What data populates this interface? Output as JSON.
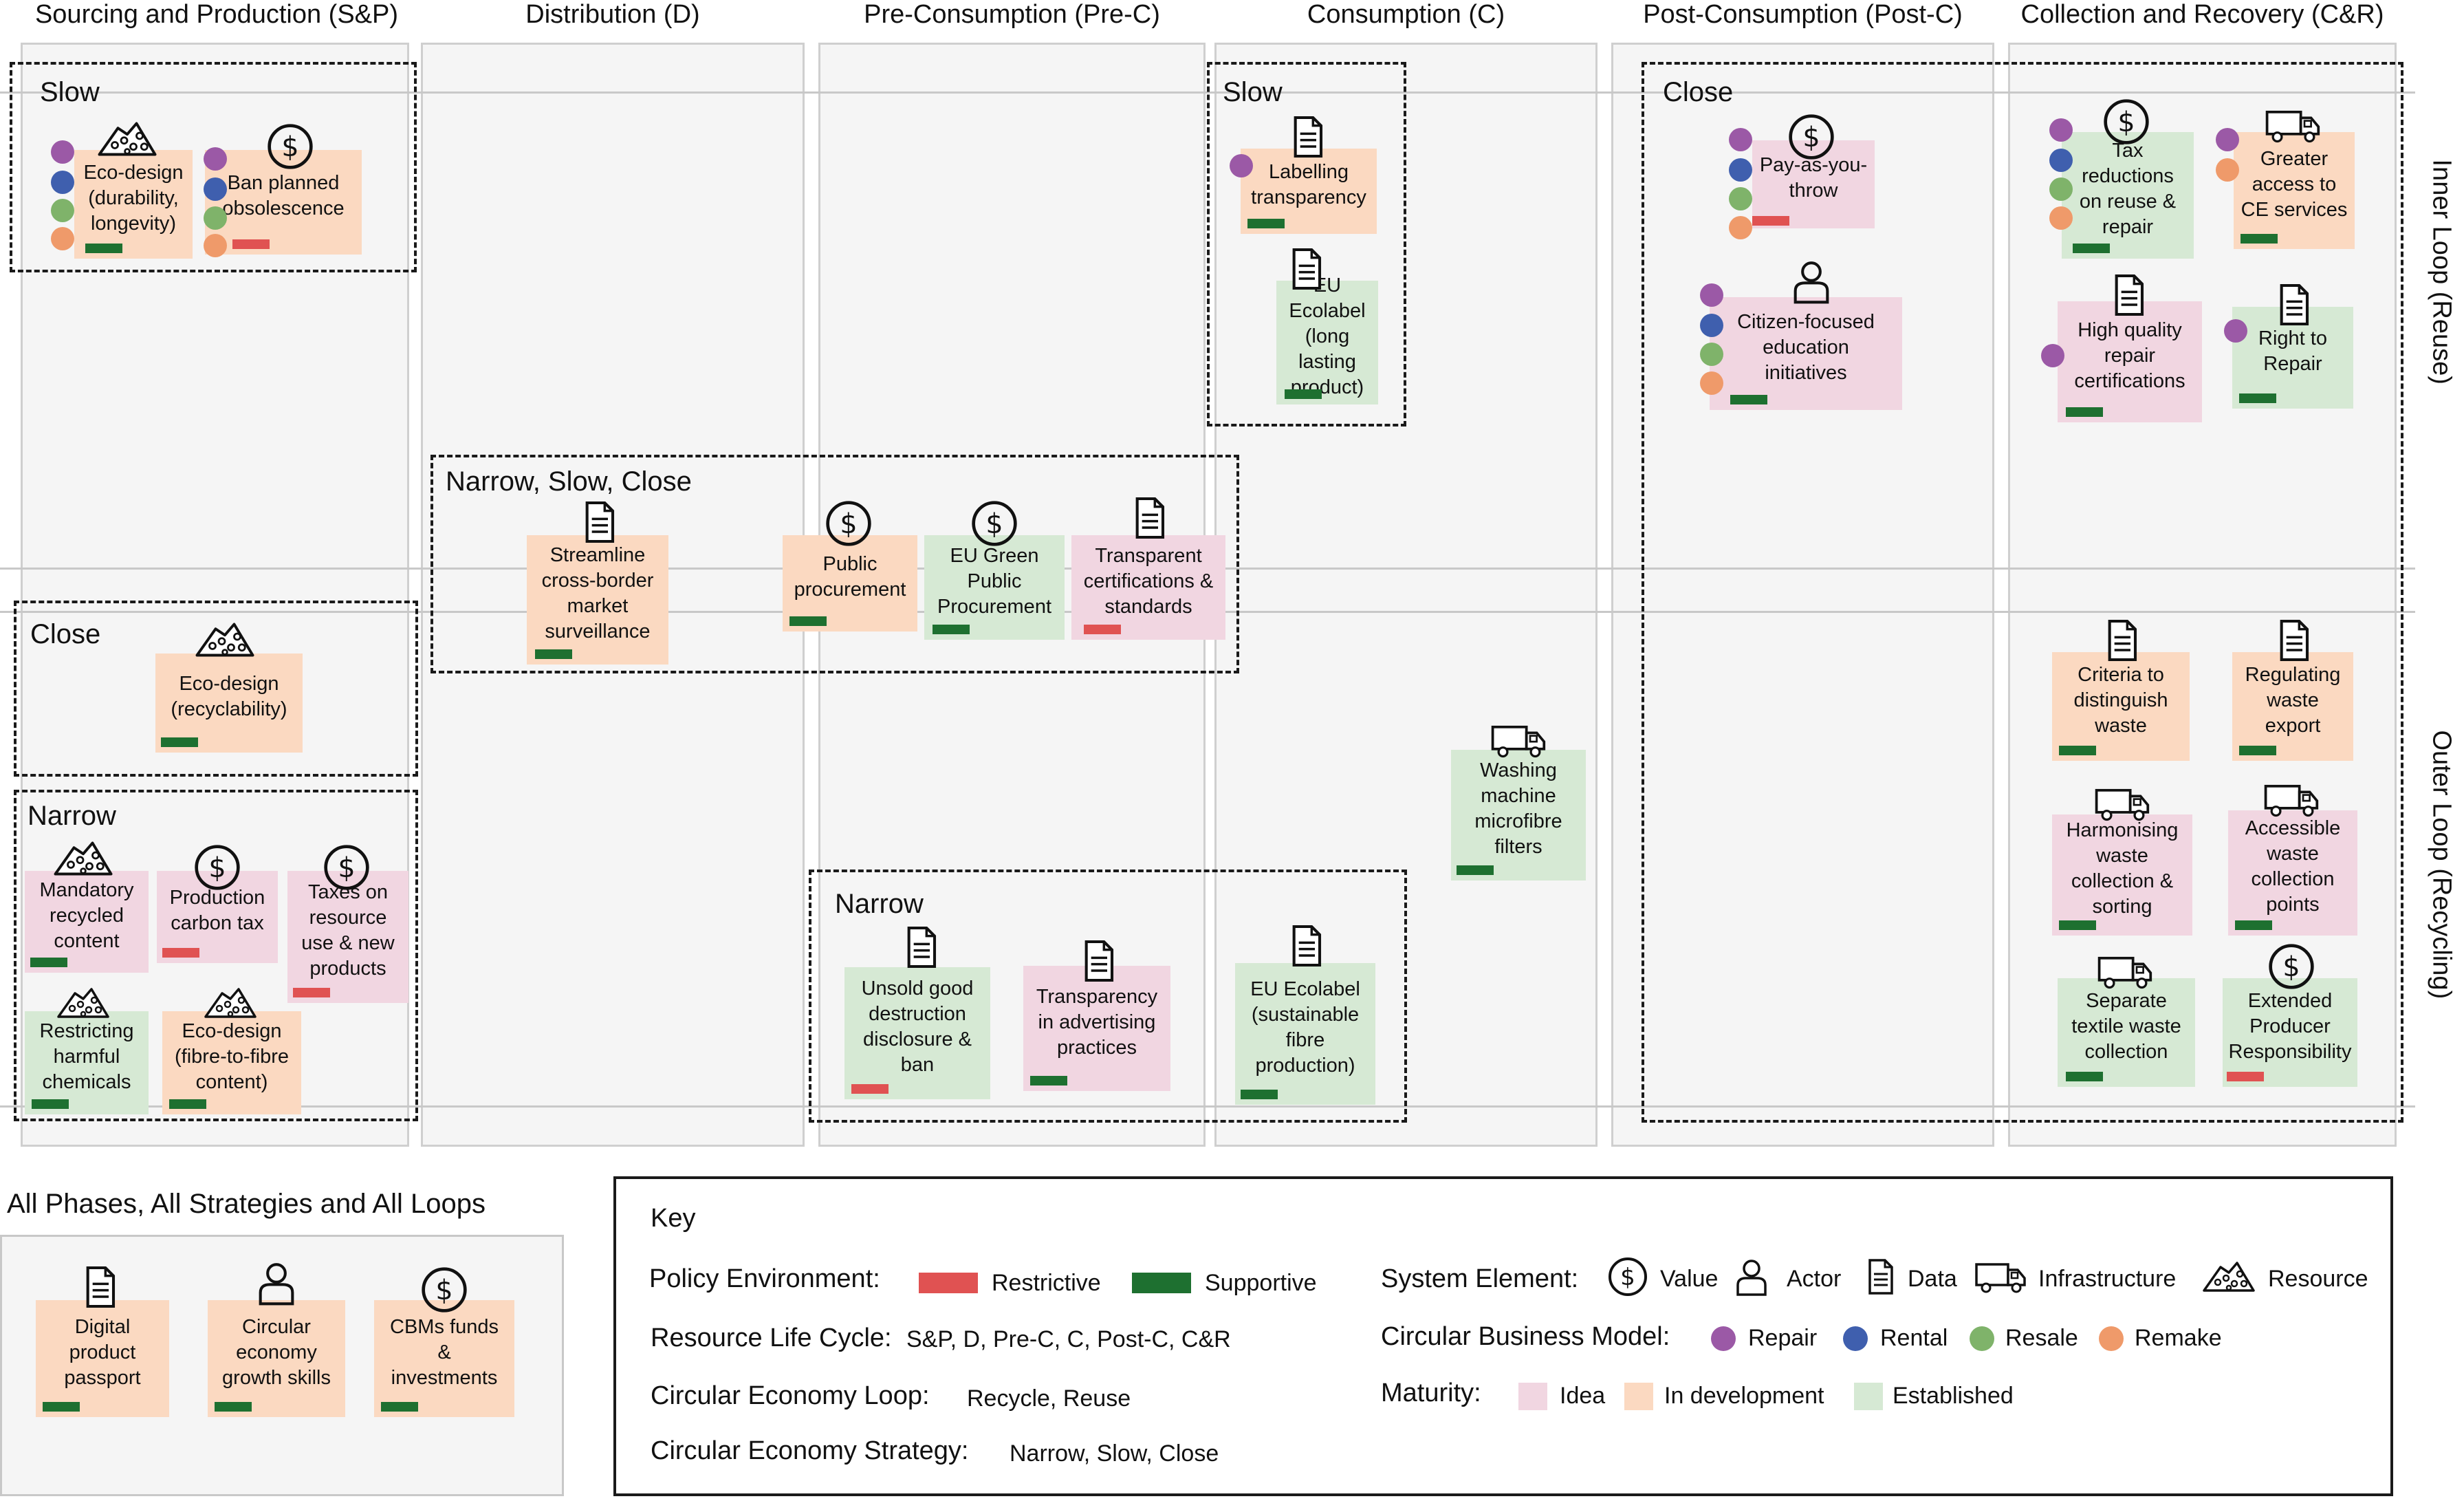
{
  "phases": [
    "Sourcing and Production (S&P)",
    "Distribution (D)",
    "Pre-Consumption (Pre-C)",
    "Consumption (C)",
    "Post-Consumption (Post-C)",
    "Collection and Recovery (C&R)"
  ],
  "loops": {
    "inner": "Inner Loop (Reuse)",
    "outer": "Outer Loop (Recycling)"
  },
  "groups": {
    "sp_slow": "Slow",
    "sp_close": "Close",
    "sp_narrow": "Narrow",
    "mid": "Narrow, Slow, Close",
    "c_slow": "Slow",
    "prec_narrow": "Narrow",
    "postc_close": "Close"
  },
  "cards": {
    "ecodesign_durability": "Eco-design\n(durability,\nlongevity)",
    "ban_obsolescence": "Ban planned\nobsolescence",
    "ecodesign_recyclability": "Eco-design\n(recyclability)",
    "mandatory_recycled": "Mandatory\nrecycled\ncontent",
    "production_carbon_tax": "Production\ncarbon tax",
    "taxes_resource": "Taxes on\nresource\nuse & new\nproducts",
    "restricting_chemicals": "Restricting\nharmful\nchemicals",
    "ecodesign_fibre": "Eco-design\n(fibre-to-fibre\ncontent)",
    "streamline": "Streamline\ncross-border\nmarket\nsurveillance",
    "public_procurement": "Public\nprocurement",
    "eu_gpp": "EU Green\nPublic\nProcurement",
    "transparent_cert": "Transparent\ncertifications &\nstandards",
    "labelling": "Labelling\ntransparency",
    "eu_ecolabel_long": "EU Ecolabel\n(long lasting\nproduct)",
    "washing_machine": "Washing\nmachine\nmicrofibre\nfilters",
    "unsold_goods": "Unsold good\ndestruction\ndisclosure &\nban",
    "transparency_adv": "Transparency\nin advertising\npractices",
    "eu_ecolabel_fibre": "EU Ecolabel\n(sustainable\nfibre\nproduction)",
    "payt": "Pay-as-you-\nthrow",
    "citizen_edu": "Citizen-focused\neducation\ninitiatives",
    "tax_reductions": "Tax\nreductions\non reuse &\nrepair",
    "greater_access": "Greater\naccess to\nCE services",
    "hq_repair": "High quality\nrepair\ncertifications",
    "right_to_repair": "Right to\nRepair",
    "criteria_waste": "Criteria to\ndistinguish\nwaste",
    "regulating_export": "Regulating\nwaste\nexport",
    "harmonising": "Harmonising\nwaste\ncollection &\nsorting",
    "accessible_points": "Accessible\nwaste\ncollection\npoints",
    "separate_textile": "Separate\ntextile waste\ncollection",
    "epr": "Extended\nProducer\nResponsibility",
    "dpp": "Digital\nproduct\npassport",
    "growth_skills": "Circular\neconomy\ngrowth skills",
    "cbm_funds": "CBMs funds\n&\ninvestments"
  },
  "all_phases_title": "All Phases, All Strategies and All Loops",
  "key": {
    "title": "Key",
    "policy_label": "Policy Environment:",
    "restrictive": "Restrictive",
    "supportive": "Supportive",
    "lifecycle_label": "Resource Life Cycle:",
    "lifecycle_values": "S&P,  D,  Pre-C,  C,  Post-C,  C&R",
    "loop_label": "Circular Economy Loop:",
    "loop_values": "Recycle,  Reuse",
    "strategy_label": "Circular Economy Strategy:",
    "strategy_values": "Narrow, Slow, Close",
    "system_label": "System Element:",
    "value": "Value",
    "actor": "Actor",
    "data": "Data",
    "infrastructure": "Infrastructure",
    "resource": "Resource",
    "cbm_label": "Circular Business Model:",
    "repair": "Repair",
    "rental": "Rental",
    "resale": "Resale",
    "remake": "Remake",
    "maturity_label": "Maturity:",
    "idea": "Idea",
    "in_development": "In development",
    "established": "Established"
  },
  "colors": {
    "restrictive": "#e05252",
    "supportive": "#1e7030",
    "idea": "#f1d6e1",
    "in_development": "#fbd9c1",
    "established": "#d6e9d4",
    "repair": "#9b59a6",
    "rental": "#3f5fae",
    "resale": "#7fb36a",
    "remake": "#ef9a6a"
  }
}
